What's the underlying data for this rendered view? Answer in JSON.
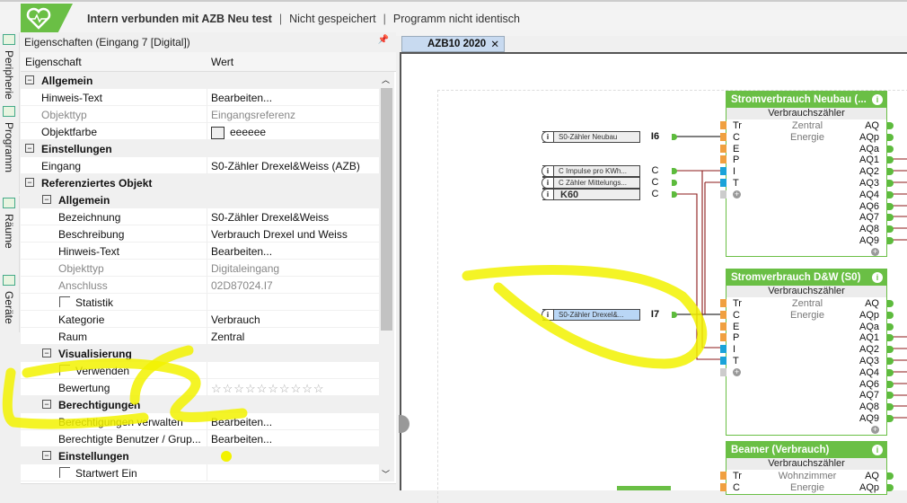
{
  "header": {
    "connection": "Intern verbunden mit AZB Neu test",
    "saved": "Nicht gespeichert",
    "program": "Programm nicht identisch",
    "sep": "|"
  },
  "side_tabs": [
    "Peripherie",
    "Programm",
    "Räume",
    "Geräte"
  ],
  "panel": {
    "title": "Eigenschaften (Eingang 7 [Digital])",
    "pin_icon": "pin",
    "col_property": "Eigenschaft",
    "col_value": "Wert",
    "rows": [
      {
        "t": "cat",
        "l": 0,
        "label": "Allgemein"
      },
      {
        "t": "p",
        "l": 0,
        "label": "Hinweis-Text",
        "value": "Bearbeiten..."
      },
      {
        "t": "p",
        "l": 0,
        "label": "Objekttyp",
        "value": "Eingangsreferenz",
        "grey": true
      },
      {
        "t": "color",
        "l": 0,
        "label": "Objektfarbe",
        "value": "eeeeee"
      },
      {
        "t": "cat",
        "l": 0,
        "label": "Einstellungen"
      },
      {
        "t": "p",
        "l": 0,
        "label": "Eingang",
        "value": "S0-Zähler Drexel&Weiss (AZB)"
      },
      {
        "t": "cat",
        "l": 0,
        "label": "Referenziertes Objekt"
      },
      {
        "t": "cat",
        "l": 1,
        "label": "Allgemein"
      },
      {
        "t": "p",
        "l": 1,
        "label": "Bezeichnung",
        "value": "S0-Zähler Drexel&Weiss"
      },
      {
        "t": "p",
        "l": 1,
        "label": "Beschreibung",
        "value": "Verbrauch Drexel und Weiss"
      },
      {
        "t": "p",
        "l": 1,
        "label": "Hinweis-Text",
        "value": "Bearbeiten..."
      },
      {
        "t": "p",
        "l": 1,
        "label": "Objekttyp",
        "value": "Digitaleingang",
        "grey": true
      },
      {
        "t": "p",
        "l": 1,
        "label": "Anschluss",
        "value": "02D87024.I7",
        "grey": true
      },
      {
        "t": "chk",
        "l": 1,
        "label": "Statistik"
      },
      {
        "t": "p",
        "l": 1,
        "label": "Kategorie",
        "value": "Verbrauch"
      },
      {
        "t": "p",
        "l": 1,
        "label": "Raum",
        "value": "Zentral"
      },
      {
        "t": "cat",
        "l": 1,
        "label": "Visualisierung"
      },
      {
        "t": "chk",
        "l": 1,
        "label": "Verwenden"
      },
      {
        "t": "stars",
        "l": 1,
        "label": "Bewertung",
        "value": "☆☆☆☆☆☆☆☆☆☆",
        "rating": 0
      },
      {
        "t": "cat",
        "l": 1,
        "label": "Berechtigungen"
      },
      {
        "t": "p",
        "l": 1,
        "label": "Berechtigungen verwalten",
        "value": "Bearbeiten..."
      },
      {
        "t": "p",
        "l": 1,
        "label": "Berechtigte Benutzer / Grup...",
        "value": "Bearbeiten..."
      },
      {
        "t": "cat",
        "l": 1,
        "label": "Einstellungen"
      },
      {
        "t": "chk",
        "l": 1,
        "label": "Startwert Ein"
      }
    ]
  },
  "doc_tab": {
    "label": "AZB10 2020",
    "close": "✕"
  },
  "inputs": [
    {
      "name": "S0-Zähler Neubau",
      "id": "I6",
      "info": "i"
    },
    {
      "name": "C  Impulse  pro  KWh...",
      "id": "C",
      "info": "i"
    },
    {
      "name": "C  Zähler  Mittelungs...",
      "id": "C",
      "info": "i"
    },
    {
      "name": "K60",
      "id": "C",
      "info": "i"
    },
    {
      "name": "S0-Zähler  Drexel&...",
      "id": "I7",
      "info": "i",
      "selected": true
    }
  ],
  "blocks": [
    {
      "title": "Stromverbrauch Neubau (...",
      "type": "Verbrauchszähler",
      "room": "Zentral",
      "category": "Energie",
      "inputs": [
        "Tr",
        "C",
        "E",
        "P",
        "I",
        "T"
      ],
      "outputs": [
        "AQ",
        "AQp",
        "AQa",
        "AQ1",
        "AQ2",
        "AQ3",
        "AQ4",
        "AQ6",
        "AQ7",
        "AQ8",
        "AQ9"
      ]
    },
    {
      "title": "Stromverbrauch D&W (S0)",
      "type": "Verbrauchszähler",
      "room": "Zentral",
      "category": "Energie",
      "inputs": [
        "Tr",
        "C",
        "E",
        "P",
        "I",
        "T"
      ],
      "outputs": [
        "AQ",
        "AQp",
        "AQa",
        "AQ1",
        "AQ2",
        "AQ3",
        "AQ4",
        "AQ6",
        "AQ7",
        "AQ8",
        "AQ9"
      ]
    },
    {
      "title": "Beamer (Verbrauch)",
      "type": "Verbrauchszähler",
      "room": "Wohnzimmer",
      "category": "Energie",
      "inputs": [
        "Tr",
        "C"
      ],
      "outputs": [
        "AQ",
        "AQp"
      ]
    }
  ],
  "colors": {
    "accent": "#6abf45",
    "wire": "#8b1a1a",
    "input_analog": "#1aa3d9",
    "input_digital": "#f0a040",
    "highlight": "#f5f500"
  }
}
